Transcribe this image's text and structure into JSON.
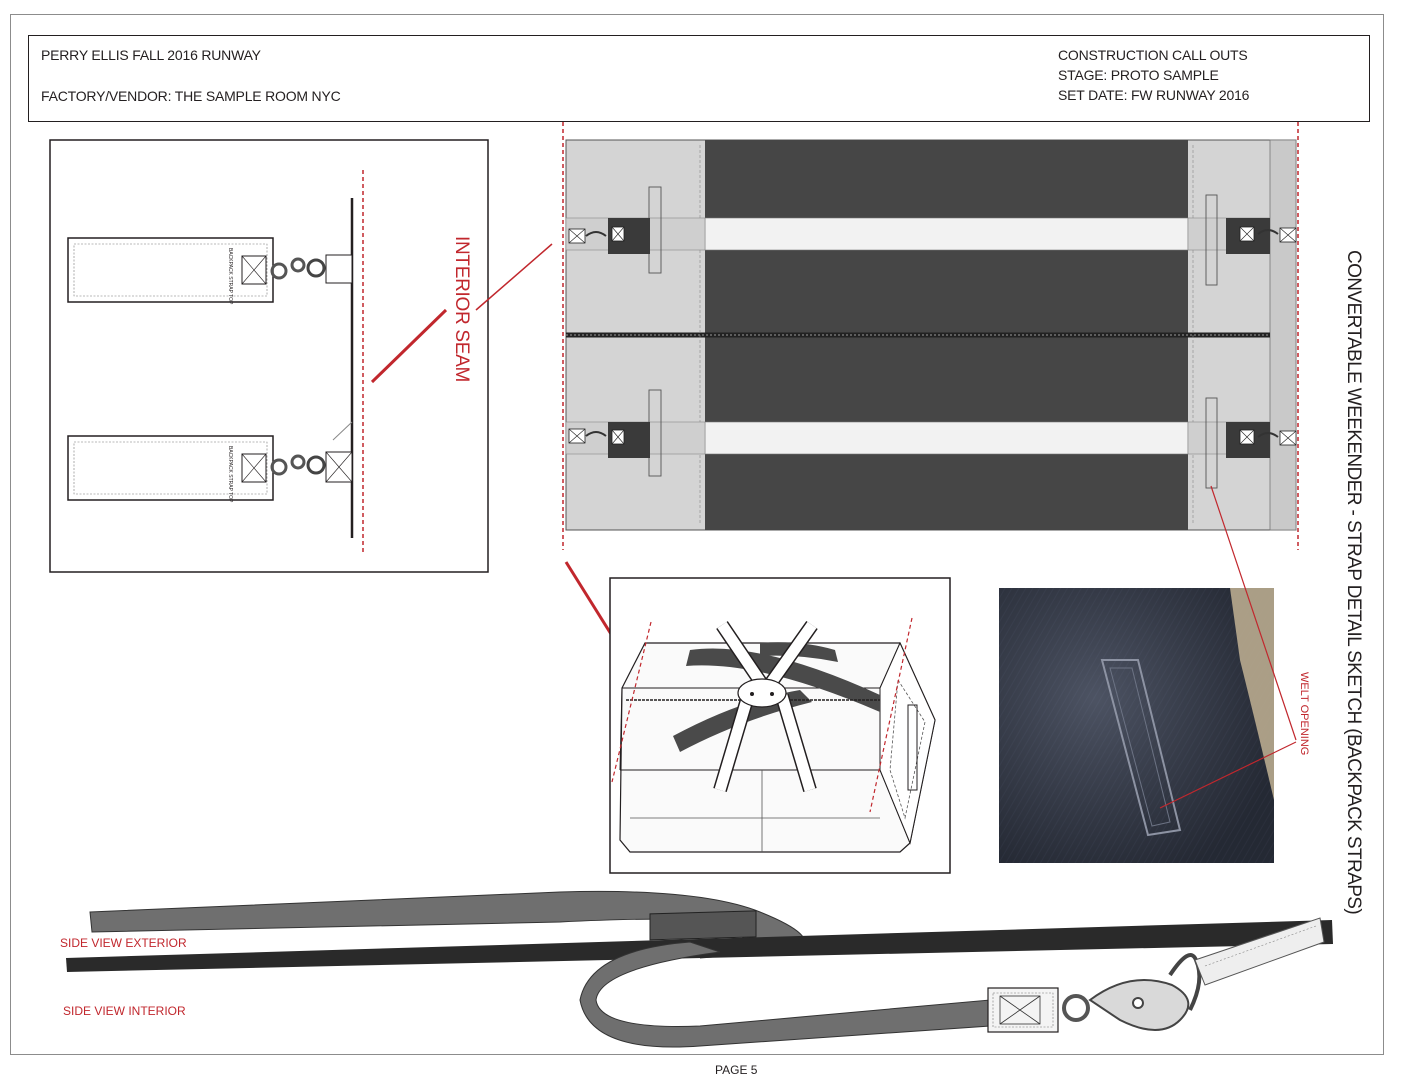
{
  "header": {
    "collection": "PERRY ELLIS FALL 2016 RUNWAY",
    "vendor": "FACTORY/VENDOR: THE SAMPLE ROOM NYC",
    "callouts_title": "CONSTRUCTION CALL OUTS",
    "stage": "STAGE: PROTO SAMPLE",
    "set_date": "SET DATE: FW RUNWAY 2016"
  },
  "title": "CONVERTABLE WEEKENDER - STRAP DETAIL SKETCH (BACKPACK STRAPS)",
  "labels": {
    "interior_seam": "INTERIOR SEAM",
    "welt_opening": "WELT OPENING",
    "side_view_exterior": "SIDE VIEW EXTERIOR",
    "side_view_interior": "SIDE VIEW INTERIOR",
    "tab_label_top": "BACKPACK STRAP TOP",
    "tab_label_bottom": "BACKPACK STRAP TOP"
  },
  "footer": {
    "page": "PAGE 5"
  },
  "colors": {
    "accent_red": "#c1272d",
    "bag_dark": "#464646",
    "panel_light": "#d4d4d4",
    "strap_gray": "#6b6b6b",
    "line_dark": "#231f20"
  }
}
